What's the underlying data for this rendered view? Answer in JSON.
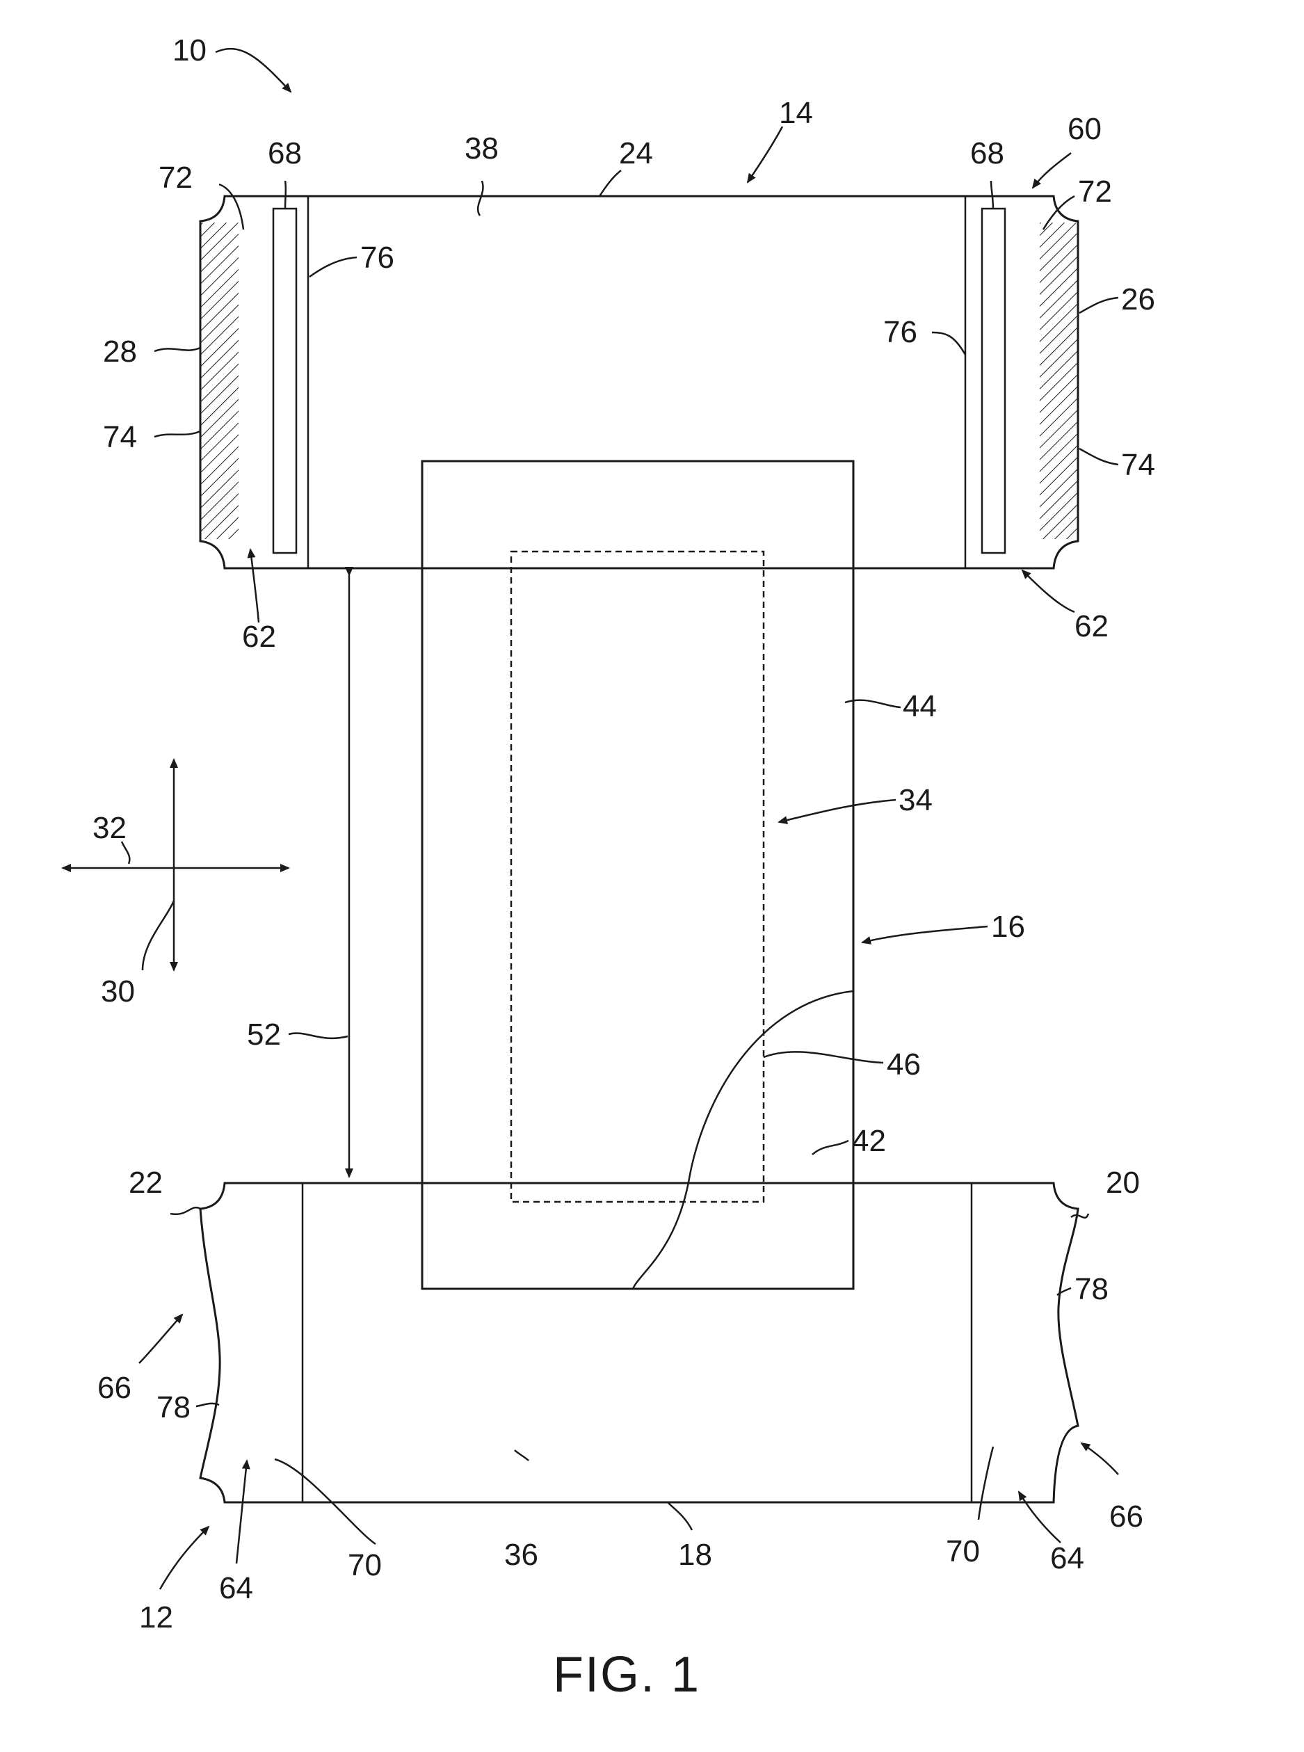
{
  "figure": {
    "caption": "FIG. 1",
    "labels": {
      "l10": "10",
      "l14": "14",
      "l24": "24",
      "l38": "38",
      "l60": "60",
      "l68a": "68",
      "l68b": "68",
      "l72a": "72",
      "l72b": "72",
      "l76a": "76",
      "l76b": "76",
      "l28": "28",
      "l26": "26",
      "l74a": "74",
      "l74b": "74",
      "l62a": "62",
      "l62b": "62",
      "l44": "44",
      "l34": "34",
      "l16": "16",
      "l32": "32",
      "l30": "30",
      "l52": "52",
      "l46": "46",
      "l42": "42",
      "l22": "22",
      "l20": "20",
      "l78a": "78",
      "l78b": "78",
      "l66a": "66",
      "l66b": "66",
      "l64a": "64",
      "l64b": "64",
      "l70a": "70",
      "l70b": "70",
      "l36": "36",
      "l18": "18",
      "l12": "12"
    }
  }
}
